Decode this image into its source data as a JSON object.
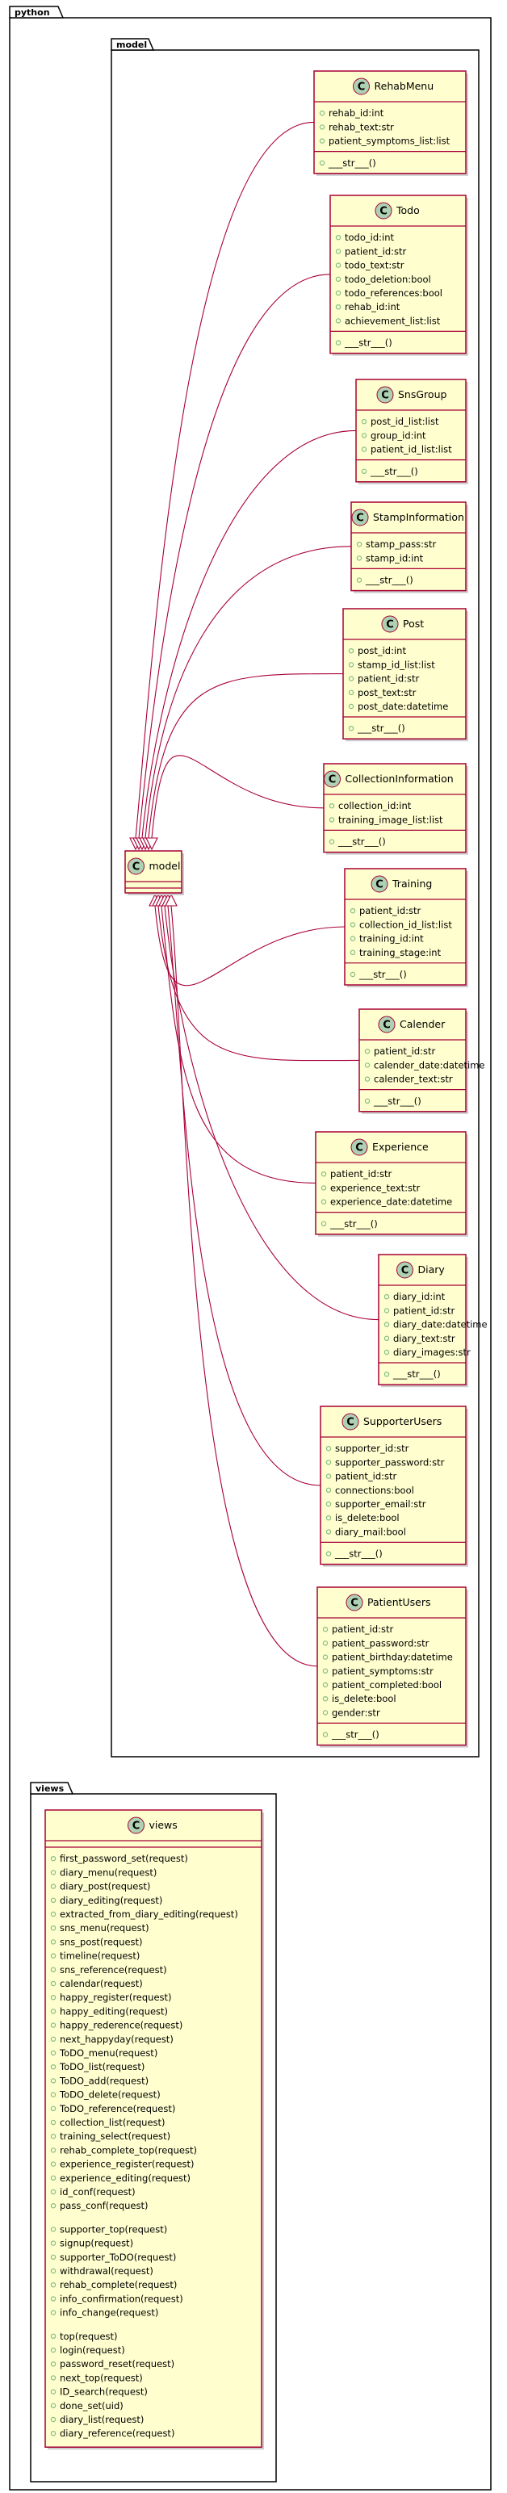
{
  "packages": {
    "outer": "python",
    "model": "model",
    "views": "views"
  },
  "base_class": {
    "name": "model"
  },
  "classes": [
    {
      "name": "RehabMenu",
      "attrs": [
        "rehab_id:int",
        "rehab_text:str",
        "patient_symptoms_list:list"
      ],
      "methods": [
        "___str___()"
      ]
    },
    {
      "name": "Todo",
      "attrs": [
        "todo_id:int",
        "patient_id:str",
        "todo_text:str",
        "todo_deletion:bool",
        "todo_references:bool",
        "rehab_id:int",
        "achievement_list:list"
      ],
      "methods": [
        "___str___()"
      ]
    },
    {
      "name": "SnsGroup",
      "attrs": [
        "post_id_list:list",
        "group_id:int",
        "patient_id_list:list"
      ],
      "methods": [
        "___str___()"
      ]
    },
    {
      "name": "StampInformation",
      "attrs": [
        "stamp_pass:str",
        "stamp_id:int"
      ],
      "methods": [
        "___str___()"
      ]
    },
    {
      "name": "Post",
      "attrs": [
        "post_id:int",
        "stamp_id_list:list",
        "patient_id:str",
        "post_text:str",
        "post_date:datetime"
      ],
      "methods": [
        "___str___()"
      ]
    },
    {
      "name": "CollectionInformation",
      "attrs": [
        "collection_id:int",
        "training_image_list:list"
      ],
      "methods": [
        "___str___()"
      ]
    },
    {
      "name": "Training",
      "attrs": [
        "patient_id:str",
        "collection_id_list:list",
        "training_id:int",
        "training_stage:int"
      ],
      "methods": [
        "___str___()"
      ]
    },
    {
      "name": "Calender",
      "attrs": [
        "patient_id:str",
        "calender_date:datetime",
        "calender_text:str"
      ],
      "methods": [
        "___str___()"
      ]
    },
    {
      "name": "Experience",
      "attrs": [
        "patient_id:str",
        "experience_text:str",
        "experience_date:datetime"
      ],
      "methods": [
        "___str___()"
      ]
    },
    {
      "name": "Diary",
      "attrs": [
        "diary_id:int",
        "patient_id:str",
        "diary_date:datetime",
        "diary_text:str",
        "diary_images:str"
      ],
      "methods": [
        "___str___()"
      ]
    },
    {
      "name": "SupporterUsers",
      "attrs": [
        "supporter_id:str",
        "supporter_password:str",
        "patient_id:str",
        "connections:bool",
        "supporter_email:str",
        "is_delete:bool",
        "diary_mail:bool"
      ],
      "methods": [
        "___str___()"
      ]
    },
    {
      "name": "PatientUsers",
      "attrs": [
        "patient_id:str",
        "patient_password:str",
        "patient_birthday:datetime",
        "patient_symptoms:str",
        "patient_completed:bool",
        "is_delete:bool",
        "gender:str"
      ],
      "methods": [
        "___str___()"
      ]
    }
  ],
  "views_class": {
    "name": "views",
    "method_groups": [
      [
        "first_password_set(request)",
        "diary_menu(request)",
        "diary_post(request)",
        "diary_editing(request)",
        "extracted_from_diary_editing(request)",
        "sns_menu(request)",
        "sns_post(request)",
        "timeline(request)",
        "sns_reference(request)",
        "calendar(request)",
        "happy_register(request)",
        "happy_editing(request)",
        "happy_rederence(request)",
        "next_happyday(request)",
        "ToDO_menu(request)",
        "ToDO_list(request)",
        "ToDO_add(request)",
        "ToDO_delete(request)",
        "ToDO_reference(request)",
        "collection_list(request)",
        "training_select(request)",
        "rehab_complete_top(request)",
        "experience_register(request)",
        "experience_editing(request)",
        "id_conf(request)",
        "pass_conf(request)"
      ],
      [
        "supporter_top(request)",
        "signup(request)",
        "supporter_ToDO(request)",
        "withdrawal(request)",
        "rehab_complete(request)",
        "info_confirmation(request)",
        "info_change(request)"
      ],
      [
        "top(request)",
        "login(request)",
        "password_reset(request)",
        "next_top(request)",
        "ID_search(request)",
        "done_set(uid)",
        "diary_list(request)",
        "diary_reference(request)"
      ]
    ]
  },
  "colors": {
    "class_fill": "#fefece",
    "class_border": "#a80036",
    "package_fill": "#ffffff",
    "package_border": "#000000",
    "circle_fill": "#add1b2",
    "circle_letter": "C",
    "public_marker": "#84be84",
    "arrow": "#a80036"
  }
}
